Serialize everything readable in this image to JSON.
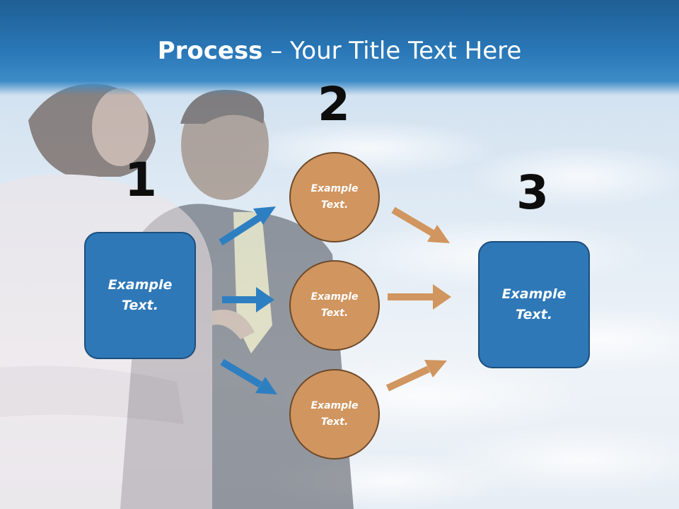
{
  "title": {
    "bold": "Process",
    "rest": " – Your Title Text Here"
  },
  "steps": {
    "one": "1",
    "two": "2",
    "three": "3"
  },
  "boxes": {
    "left": "Example\nText.",
    "right": "Example\nText."
  },
  "circles": {
    "top": "Example\nText.",
    "middle": "Example\nText.",
    "bottom": "Example\nText."
  },
  "colors": {
    "title_bar": "#2a78b8",
    "box_fill": "#2e78b8",
    "circle_fill": "#d1955f",
    "blue_arrow": "#2e7fc2",
    "orange_arrow": "#d1955f"
  }
}
